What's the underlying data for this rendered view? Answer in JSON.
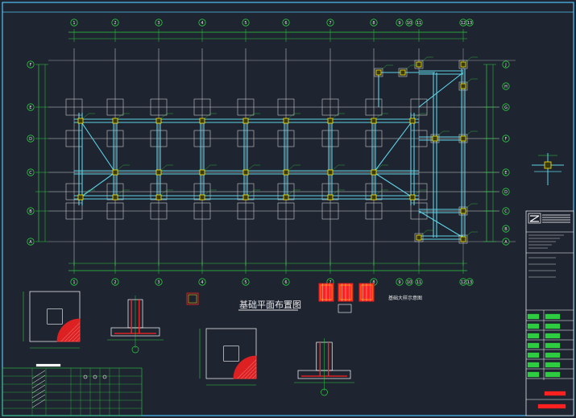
{
  "drawing": {
    "title": "基础平面布置图",
    "detail_label": "基础大样示意图",
    "colors": {
      "background": "#1e2430",
      "frame": "#4fc3f7",
      "grid": "#ffffff",
      "dimension": "#2ecc40",
      "beam": "#5fd3e6",
      "footing": "#c8c8c8",
      "column": "#ffe600",
      "rebar": "#ff2020",
      "annotation": "#e8e8e8"
    },
    "top_axes": [
      "1",
      "2",
      "3",
      "4",
      "5",
      "6",
      "7",
      "8",
      "9",
      "10",
      "11",
      "12",
      "13"
    ],
    "bottom_axes": [
      "1",
      "2",
      "3",
      "4",
      "5",
      "6",
      "7",
      "8",
      "9",
      "10",
      "11",
      "12",
      "13"
    ],
    "left_axes": [
      "F",
      "E",
      "D",
      "C",
      "B",
      "A"
    ],
    "right_axes": [
      "J",
      "H",
      "G",
      "F",
      "E",
      "D",
      "C",
      "B",
      "A"
    ]
  },
  "title_block": {
    "company_logo_icon": "company-logo-icon",
    "rows": [
      "",
      "",
      "",
      "",
      "",
      "",
      ""
    ]
  }
}
